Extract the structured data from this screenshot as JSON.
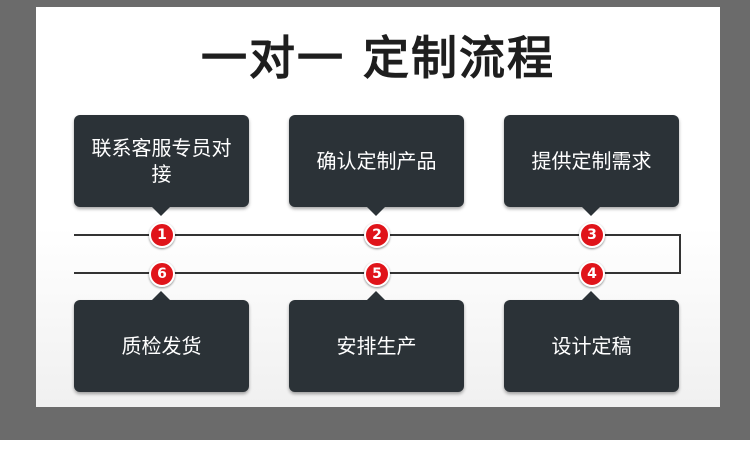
{
  "title": "一对一 定制流程",
  "steps": [
    {
      "number": "1",
      "label": "联系客服专员对接"
    },
    {
      "number": "2",
      "label": "确认定制产品"
    },
    {
      "number": "3",
      "label": "提供定制需求"
    },
    {
      "number": "4",
      "label": "设计定稿"
    },
    {
      "number": "5",
      "label": "安排生产"
    },
    {
      "number": "6",
      "label": "质检发货"
    }
  ],
  "colors": {
    "card_bg": "#2b3237",
    "badge_red": "#e0141a",
    "line": "#333333",
    "title": "#1e1e1e"
  }
}
